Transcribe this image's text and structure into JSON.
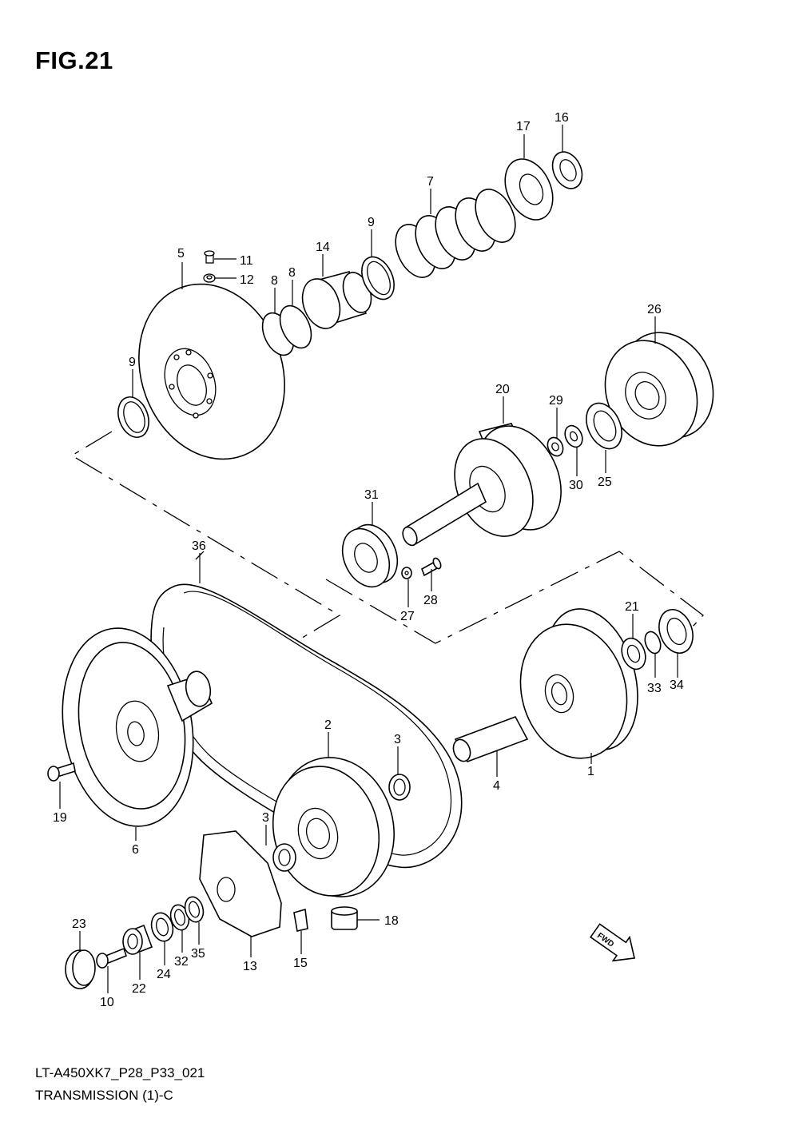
{
  "figure": {
    "title": "FIG.21",
    "model_code": "LT-A450XK7_P28_P33_021",
    "section_title": "TRANSMISSION (1)-C"
  },
  "callouts": [
    "1",
    "2",
    "3",
    "3",
    "4",
    "5",
    "6",
    "7",
    "8",
    "8",
    "9",
    "9",
    "10",
    "11",
    "12",
    "13",
    "14",
    "15",
    "16",
    "17",
    "18",
    "19",
    "20",
    "21",
    "22",
    "23",
    "24",
    "25",
    "26",
    "27",
    "28",
    "29",
    "30",
    "31",
    "32",
    "33",
    "34",
    "35",
    "36"
  ],
  "icons": {
    "forward_arrow": "FWD"
  }
}
